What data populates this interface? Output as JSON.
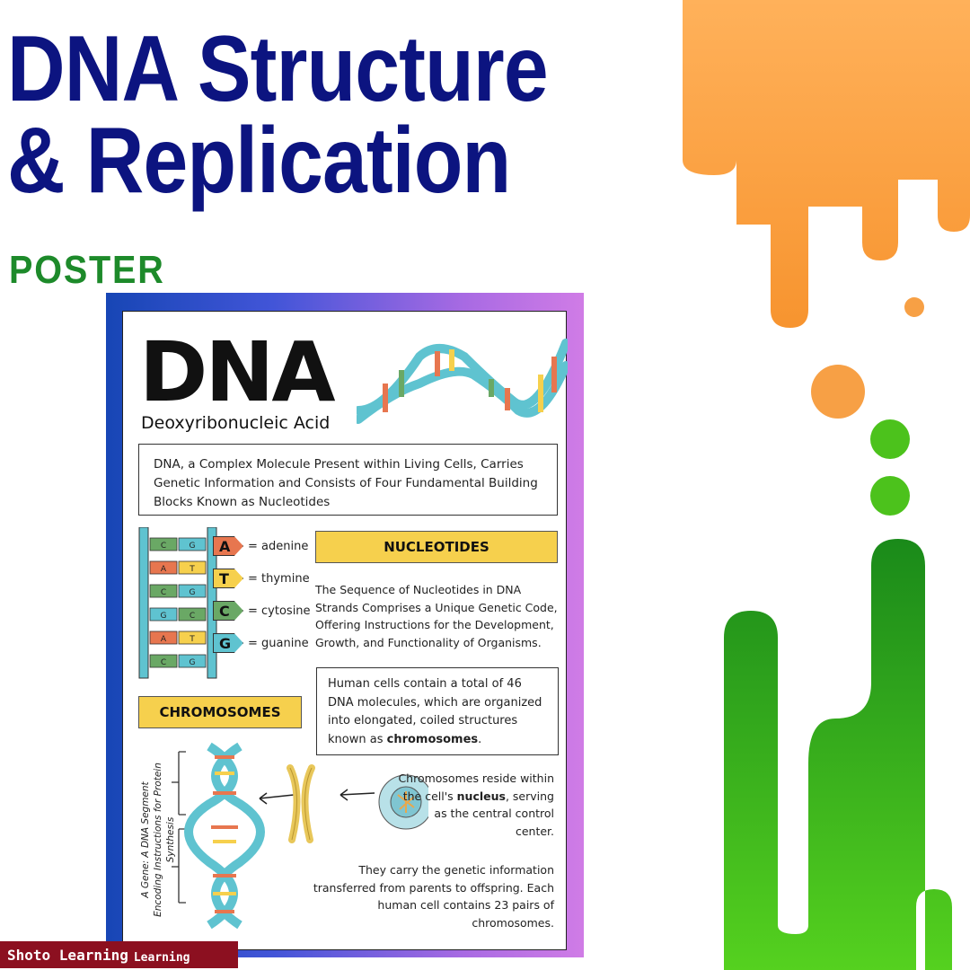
{
  "title": {
    "line1": "DNA Structure",
    "line2": "& Replication"
  },
  "subtitle": "POSTER",
  "poster": {
    "heading": "DNA",
    "full_name": "Deoxyribonucleic Acid",
    "intro": "DNA, a Complex Molecule Present within Living Cells, Carries Genetic Information and Consists of Four Fundamental Building Blocks Known as Nucleotides",
    "legend": [
      {
        "letter": "A",
        "name": "= adenine",
        "color": "#e7764f"
      },
      {
        "letter": "T",
        "name": "= thymine",
        "color": "#f6d04d"
      },
      {
        "letter": "C",
        "name": "= cytosine",
        "color": "#6aa865"
      },
      {
        "letter": "G",
        "name": "= guanine",
        "color": "#5fc3d0"
      }
    ],
    "ladder_rungs": [
      [
        "C",
        "G"
      ],
      [
        "A",
        "T"
      ],
      [
        "C",
        "G"
      ],
      [
        "G",
        "C"
      ],
      [
        "A",
        "T"
      ],
      [
        "C",
        "G"
      ]
    ],
    "nucleotides_label": "NUCLEOTIDES",
    "nucleotides_text": "The Sequence of Nucleotides in DNA Strands Comprises a Unique Genetic Code, Offering Instructions for the Development, Growth, and Functionality of Organisms.",
    "chromosomes_label": "CHROMOSOMES",
    "human_cells_text_1": "Human cells contain a total of 46 DNA molecules, which are organized into elongated, coiled structures known as ",
    "human_cells_bold": "chromosomes",
    "human_cells_end": ".",
    "reside_text_1": "Chromosomes reside within the cell's ",
    "reside_bold": "nucleus",
    "reside_text_2": ", serving as the central control center.",
    "carry_text": "They carry the genetic information transferred from parents to offspring. Each human cell contains 23 pairs of chromosomes.",
    "gene_caption": "A Gene: A DNA Segment Encoding Instructions for Protein Synthesis"
  },
  "brand": {
    "name": "Shoto Learning",
    "suffix": "Learning"
  },
  "colors": {
    "title": "#0c1480",
    "subtitle": "#1d8a2a",
    "orange": "#f59a3a",
    "green": "#3cb520",
    "label_yellow": "#f6d04d",
    "helix_teal": "#5fc3d0",
    "brand_bg": "#8c1020"
  }
}
